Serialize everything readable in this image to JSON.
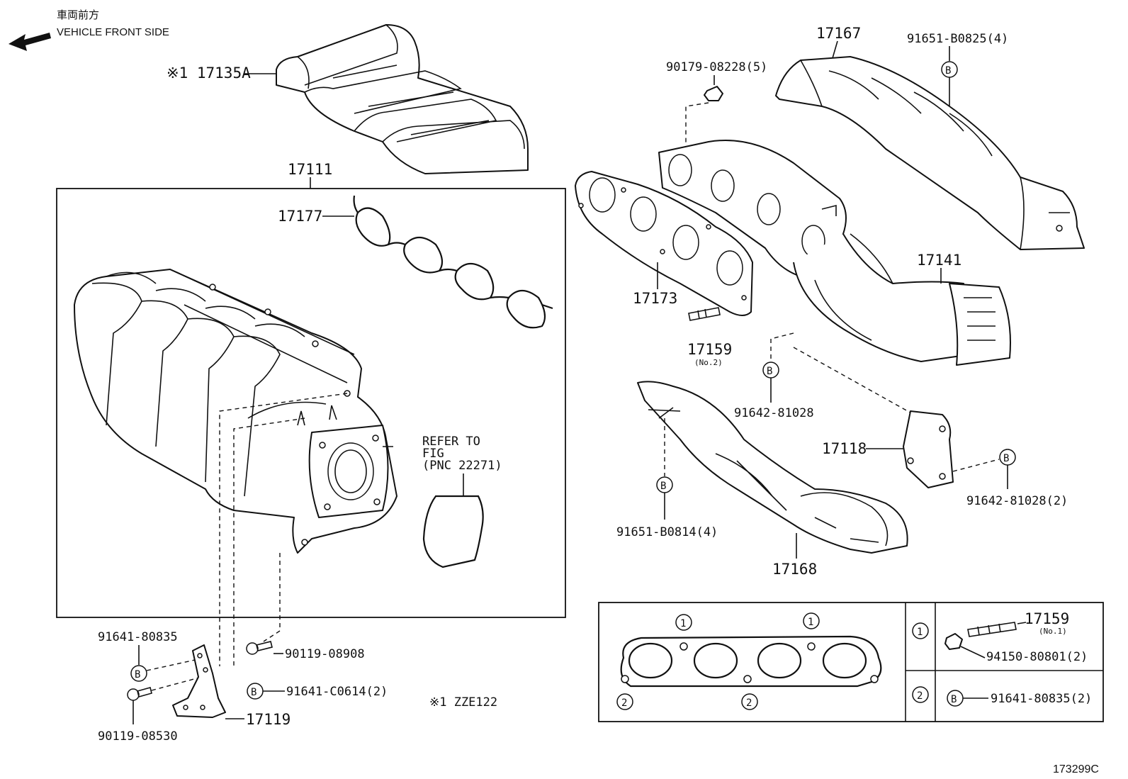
{
  "header": {
    "jp": "車両前方",
    "front": "VEHICLE FRONT SIDE"
  },
  "marks": {
    "b": "B",
    "one": "1",
    "two": "2"
  },
  "labels": {
    "p17135a": "※1 17135A",
    "p17111": "17111",
    "p17177": "17177",
    "refer1": "REFER TO",
    "refer2": "FIG",
    "refer3": "(PNC 22271)",
    "p91641_80835": "91641-80835",
    "p90119_08908": "90119-08908",
    "p91641_c0614": "91641-C0614(2)",
    "p90119_08530": "90119-08530",
    "p17119": "17119",
    "note": "※1 ZZE122",
    "p17167": "17167",
    "p91651_b0825": "91651-B0825(4)",
    "p90179_08228": "90179-08228(5)",
    "p17141": "17141",
    "p17173": "17173",
    "p17159": "17159",
    "no2": "(No.2)",
    "p91642_81028": "91642-81028",
    "p17118": "17118",
    "p91642_81028_2": "91642-81028(2)",
    "p91651_b0814": "91651-B0814(4)",
    "p17168": "17168",
    "t17159": "17159",
    "no1": "(No.1)",
    "p94150_80801": "94150-80801(2)",
    "p91641_80835_2": "91641-80835(2)",
    "code": "173299C"
  }
}
